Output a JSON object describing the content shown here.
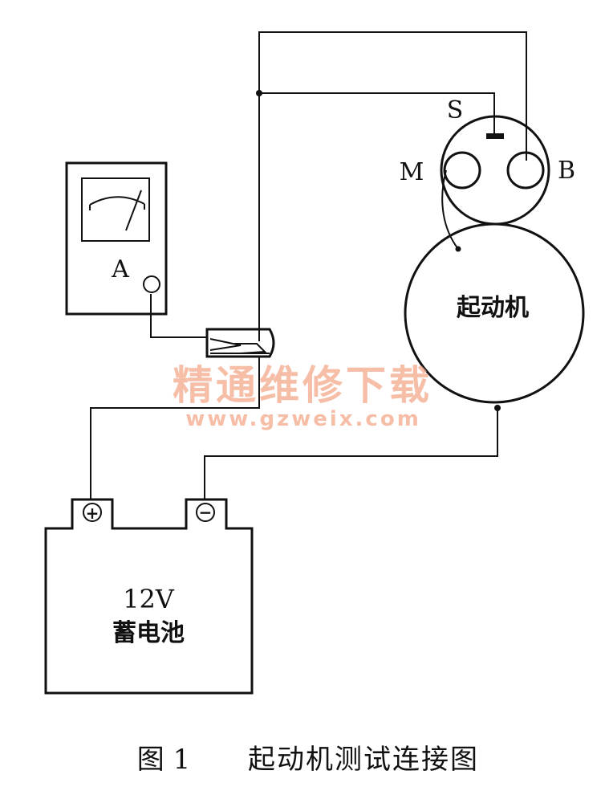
{
  "ammeter": {
    "label": "A"
  },
  "solenoid": {
    "terminal_s": "S",
    "terminal_m": "M",
    "terminal_b": "B"
  },
  "starter": {
    "label": "起动机"
  },
  "battery": {
    "voltage": "12V",
    "label": "蓄电池",
    "positive_symbol": "+",
    "negative_symbol": "−"
  },
  "watermark": {
    "text": "精通维修下载",
    "url": "www.gzweix.com"
  },
  "caption": {
    "figure_no": "图 1",
    "title": "起动机测试连接图"
  },
  "colors": {
    "line": "#111111",
    "watermark": "#f3a98a"
  }
}
